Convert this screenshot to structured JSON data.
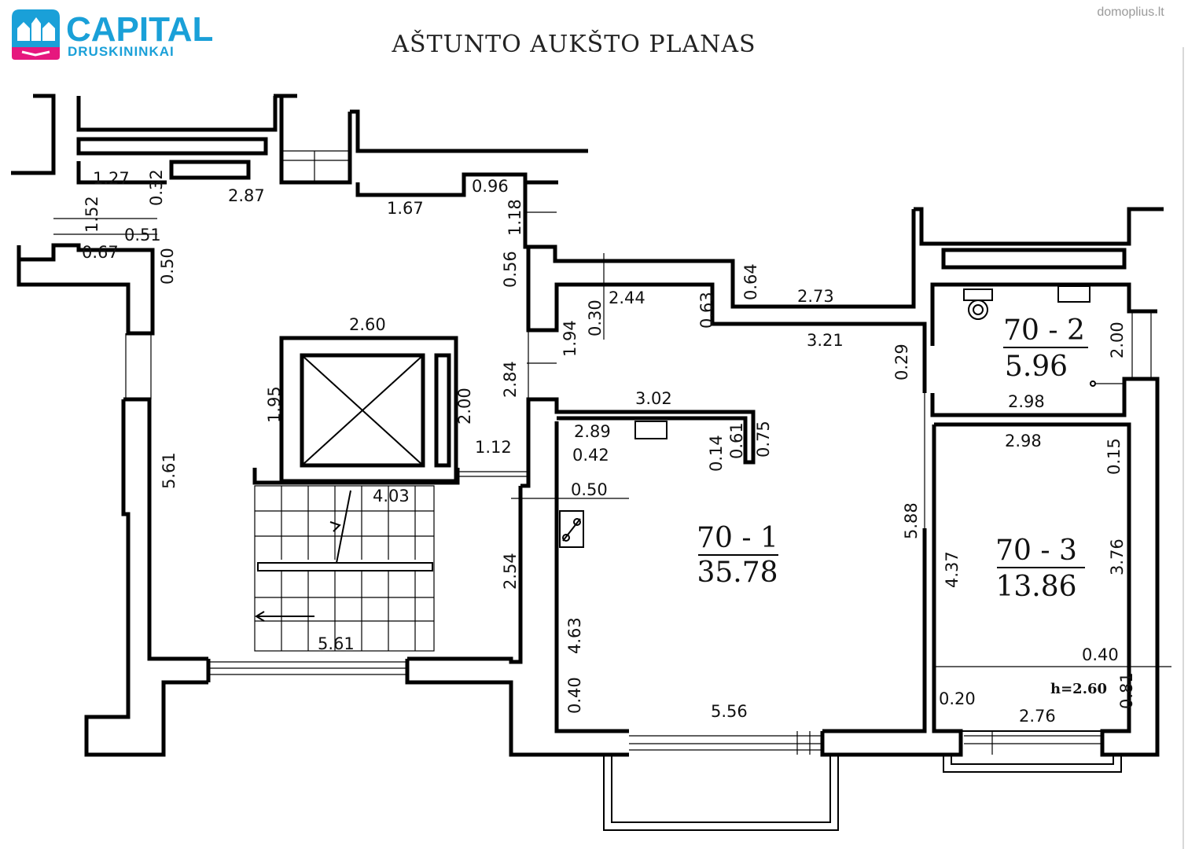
{
  "logo": {
    "name": "CAPITAL",
    "subtitle": "DRUSKININKAI",
    "colors": {
      "blue": "#1aa0d8",
      "magenta": "#e6177e"
    }
  },
  "watermark": "domoplius.lt",
  "title": "AŠTUNTO AUKŠTO PLANAS",
  "rooms": [
    {
      "id": "70 - 1",
      "area": "35.78"
    },
    {
      "id": "70 - 2",
      "area": "5.96"
    },
    {
      "id": "70 - 3",
      "area": "13.86"
    }
  ],
  "ceiling_height": "h=2.60",
  "dimensions": {
    "d_127": "1.27",
    "d_032": "0.32",
    "d_287": "2.87",
    "d_152": "1.52",
    "d_051": "0.51",
    "d_067": "0.67",
    "d_050a": "0.50",
    "d_167": "1.67",
    "d_096": "0.96",
    "d_118": "1.18",
    "d_056": "0.56",
    "d_064": "0.64",
    "d_273": "2.73",
    "d_244": "2.44",
    "d_030": "0.30",
    "d_063": "0.63",
    "d_321": "3.21",
    "d_029": "0.29",
    "d_194": "1.94",
    "d_260": "2.60",
    "d_195": "1.95",
    "d_200a": "2.00",
    "d_284": "2.84",
    "d_302": "3.02",
    "d_289": "2.89",
    "d_014": "0.14",
    "d_061": "0.61",
    "d_075": "0.75",
    "d_112": "1.12",
    "d_042": "0.42",
    "d_050b": "0.50",
    "d_403": "4.03",
    "d_561a": "5.61",
    "d_254": "2.54",
    "d_561b": "5.61",
    "d_463": "4.63",
    "d_040a": "0.40",
    "d_556": "5.56",
    "d_588": "5.88",
    "d_200b": "2.00",
    "d_298a": "2.98",
    "d_298b": "2.98",
    "d_015": "0.15",
    "d_437": "4.37",
    "d_376": "3.76",
    "d_040b": "0.40",
    "d_081": "0.81",
    "d_020": "0.20",
    "d_276": "2.76"
  }
}
